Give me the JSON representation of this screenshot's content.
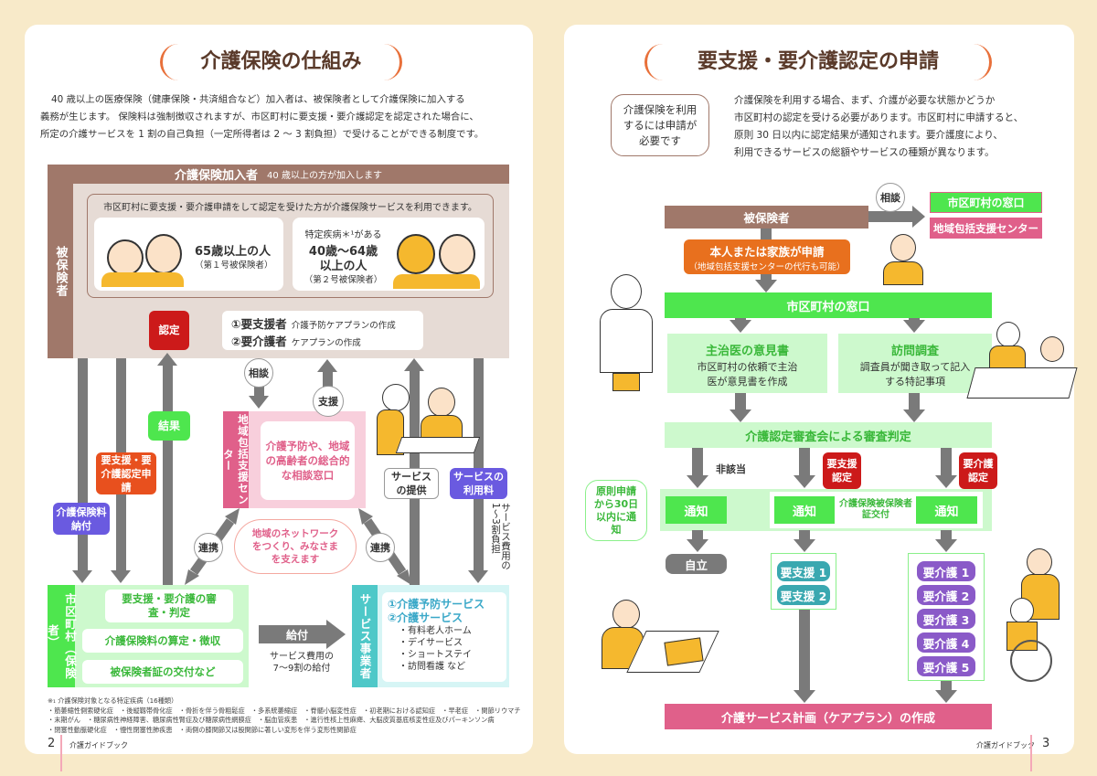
{
  "left": {
    "title": "介護保険の仕組み",
    "intro": [
      "40 歳以上の医療保険（健康保険・共済組合など）加入者は、被保険者として介護保険に加入する",
      "義務が生じます。 保険料は強制徴収されますが、市区町村に要支援・要介護認定を認定された場合に、",
      "所定の介護サービスを 1 割の自己負担（一定所得者は 2 ～ 3 割負担）で受けることができる制度です。"
    ],
    "members_bar": {
      "label": "介護保険加入者",
      "note": "40 歳以上の方が加入します"
    },
    "insured_label": "被保険者",
    "insured_note": "市区町村に要支援・要介護申請をして認定を受けた方が介護保険サービスを利用できます。",
    "group1": {
      "main": "65歳以上の人",
      "sub": "（第１号被保険者）"
    },
    "group2": {
      "pre": "特定疾病＊¹がある",
      "main1": "40歳〜64歳",
      "main2": "以上の人",
      "sub": "（第２号被保険者）"
    },
    "nintei": "認定",
    "results": [
      {
        "label": "①要支援者",
        "desc": "介護予防ケアプランの作成"
      },
      {
        "label": "②要介護者",
        "desc": "ケアプランの作成"
      }
    ],
    "soudan": "相談",
    "shien": "支援",
    "kekka": "結果",
    "apply": "要支援・要介護認定申請",
    "premium": "介護保険料納付",
    "center_label": "地域包括支援センター",
    "center_desc": "介護予防や、地域の高齢者の総合的な相談窓口",
    "service_provide": "サービスの提供",
    "service_fee": "サービスの利用料",
    "fee_share": "サービス費用の1〜3割負担",
    "renkei": "連携",
    "network": "地域のネットワークをつくり、みなさまを支えます",
    "municipality_label": "市区町村（保険者）",
    "municipality_items": [
      "要支援・要介護の審査・判定",
      "介護保険料の算定・徴収",
      "被保険者証の交付など"
    ],
    "kyufu": "給付",
    "kyufu_note": "サービス費用の7〜9割の給付",
    "provider_label": "サービス事業者",
    "provider_services": [
      "①介護予防サービス",
      "②介護サービス"
    ],
    "provider_items": [
      "・有料老人ホーム",
      "・デイサービス",
      "・ショートステイ",
      "・訪問看護 など"
    ],
    "footnote_title": "※₁ 介護保険対象となる特定疾病（16種類）",
    "footnote_lines": [
      "・筋萎縮性側索硬化症　・後縦靱帯骨化症　・骨折を伴う骨粗鬆症　・多系統萎縮症　・脊髄小脳変性症　・初老期における認知症　・早老症　・関節リウマチ",
      "・末期がん　・糖尿病性神経障害、糖尿病性腎症及び糖尿病性網膜症　・脳血管疾患　・進行性核上性麻痺、大脳皮質基底核変性症及びパーキンソン病",
      "・閉塞性動脈硬化症　・慢性閉塞性肺疾患　・両側の膝関節又は股関節に著しい変形を伴う変形性関節症"
    ],
    "page_no": "2",
    "footer": "介護ガイドブック"
  },
  "right": {
    "title": "要支援・要介護認定の申請",
    "bubble": "介護保険を利用するには申請が必要です",
    "intro": [
      "介護保険を利用する場合、まず、介護が必要な状態かどうか",
      "市区町村の認定を受ける必要があります。市区町村に申請すると、",
      "原則 30 日以内に認定結果が通知されます。要介護度により、",
      "利用できるサービスの総額やサービスの種類が異なります。"
    ],
    "insured": "被保険者",
    "soudan": "相談",
    "window_small": "市区町村の窓口",
    "center_small": "地域包括支援センター",
    "apply_main": "本人または家族が申請",
    "apply_sub": "（地域包括支援センターの代行も可能）",
    "window": "市区町村の窓口",
    "doctor": {
      "title": "主治医の意見書",
      "desc": "市区町村の依頼で主治医が意見書を作成"
    },
    "visit": {
      "title": "訪問調査",
      "desc": "調査員が聞き取って記入する特記事項"
    },
    "review": "介護認定審査会による審査判定",
    "not_applicable": "非該当",
    "support_cert": "要支援認定",
    "care_cert": "要介護認定",
    "deadline": "原則申請から30日以内に通知",
    "notice": "通知",
    "card_issue": "介護保険被保険者証交付",
    "independent": "自立",
    "support_levels": [
      "要支援 1",
      "要支援 2"
    ],
    "care_levels": [
      "要介護 1",
      "要介護 2",
      "要介護 3",
      "要介護 4",
      "要介護 5"
    ],
    "careplan": "介護サービス計画（ケアプラン）の作成",
    "page_no": "3",
    "footer": "介護ガイドブック"
  },
  "colors": {
    "brown": "#a0786a",
    "green": "#4ee64e",
    "pink": "#e0608a",
    "orange": "#e8703a",
    "purple": "#6a5ae0",
    "teal": "#3aa8b0",
    "red": "#cc1a1a"
  }
}
